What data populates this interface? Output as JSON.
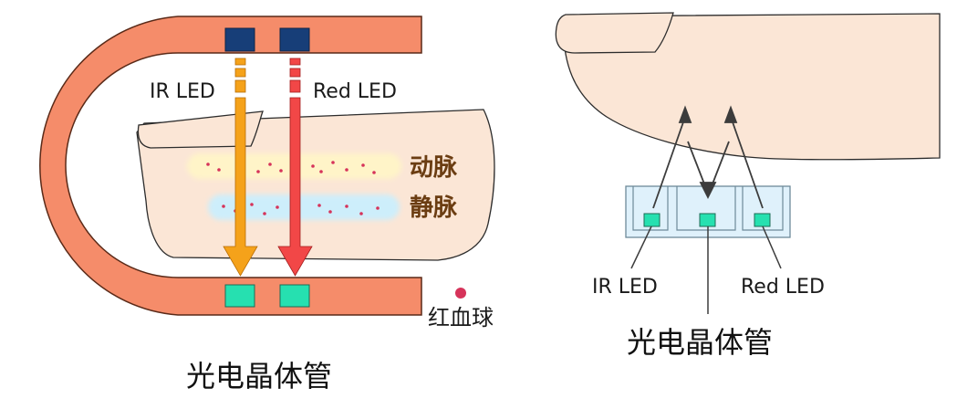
{
  "left_diagram": {
    "ir_led_label": "IR LED",
    "red_led_label": "Red LED",
    "artery_label": "动脉",
    "vein_label": "静脉",
    "rbc_label": "红血球",
    "photo_label": "光电晶体管"
  },
  "right_diagram": {
    "ir_led_label": "IR LED",
    "red_led_label": "Red LED",
    "photo_label": "光电晶体管"
  },
  "colors": {
    "clip": "#f58c6a",
    "clip_stroke": "#5a2a18",
    "skin": "#fbe6d6",
    "skin_stroke": "#2c2c2c",
    "led": "#173e78",
    "photodiode": "#26e0b0",
    "ir_beam": "#f5a21a",
    "red_beam": "#f24747",
    "artery": "#fff4c8",
    "vein": "#cdeefb",
    "rbc": "#d6335a",
    "vessel_text": "#6b3d12",
    "sensor_frame": "#dff1fb"
  }
}
